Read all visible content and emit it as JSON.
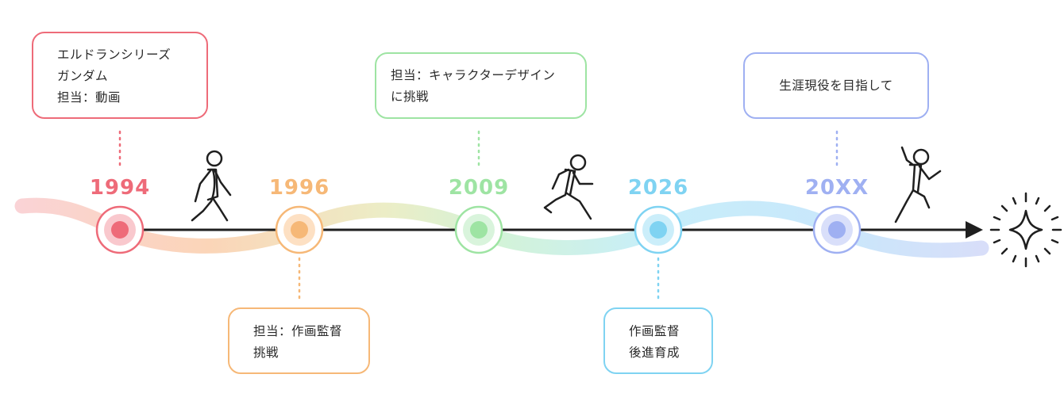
{
  "colors": {
    "red": "#ee6b79",
    "orange": "#f6b877",
    "green": "#9ee4a3",
    "blue": "#7fd3f2",
    "indigo": "#9fb0f2",
    "axis": "#1f1f1f"
  },
  "milestones": [
    {
      "year": "1994",
      "color": "#ee6b79",
      "position": "above",
      "lines": [
        "エルドランシリーズ",
        "ガンダム",
        "担当：動画"
      ]
    },
    {
      "year": "1996",
      "color": "#f6b877",
      "position": "below",
      "lines": [
        "担当：作画監督",
        "挑戦"
      ]
    },
    {
      "year": "2009",
      "color": "#9ee4a3",
      "position": "above",
      "lines": [
        "担当：キャラクターデザイン",
        "に挑戦"
      ]
    },
    {
      "year": "2026",
      "color": "#7fd3f2",
      "position": "below",
      "lines": [
        "作画監督",
        "後進育成"
      ]
    },
    {
      "year": "20XX",
      "color": "#9fb0f2",
      "position": "above",
      "lines": [
        "生涯現役を目指して"
      ]
    }
  ],
  "icons": [
    "walking-person-icon",
    "running-person-icon",
    "jumping-person-icon",
    "sparkle-star-icon"
  ]
}
